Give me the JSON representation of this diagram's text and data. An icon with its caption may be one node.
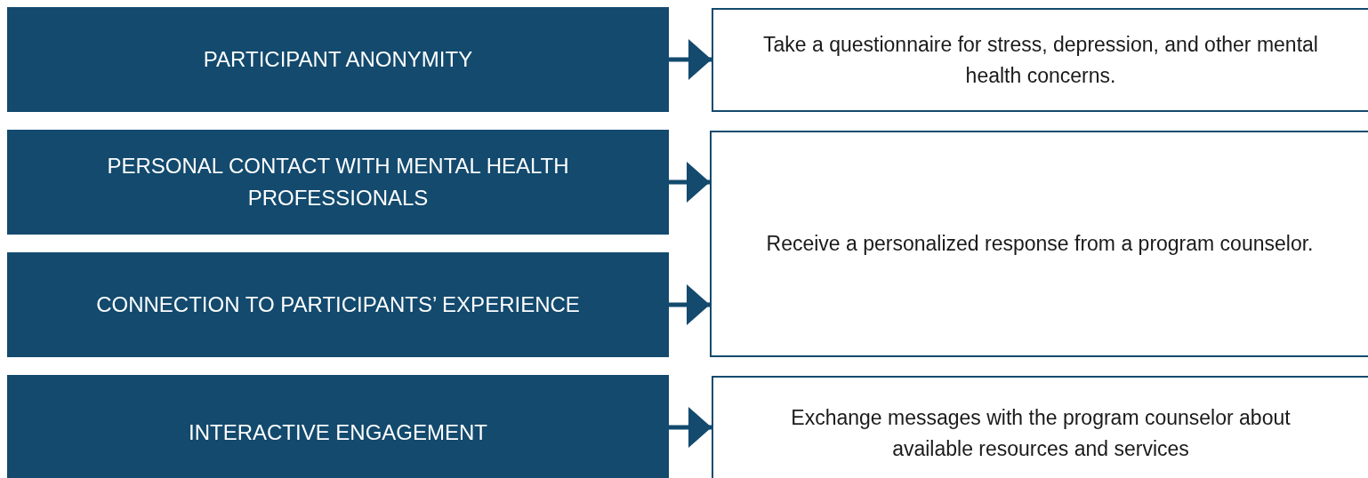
{
  "diagram": {
    "nodes": [
      {
        "text": [
          "PARTICIPANT ANONYMITY"
        ]
      },
      {
        "text": [
          "Take a questionnaire for stress, depression, and other mental health concerns."
        ]
      },
      {
        "text": [
          "PERSONAL CONTACT WITH MENTAL HEALTH PROFESSIONALS"
        ]
      },
      {
        "text": [
          "Receive a personalized response from a program counselor."
        ]
      },
      {
        "text": [
          "CONNECTION TO PARTICIPANTS’ EXPERIENCE"
        ]
      },
      {
        "text": [
          "INTERACTIVE ENGAGEMENT"
        ]
      },
      {
        "text": [
          "Exchange messages with the program counselor about available resources and services"
        ]
      }
    ],
    "edges": [
      {
        "from": 0,
        "to": 1,
        "arrow": "to"
      },
      {
        "from": 2,
        "to": 3,
        "arrow": "to"
      },
      {
        "from": 4,
        "to": 3,
        "arrow": "to"
      },
      {
        "from": 5,
        "to": 6,
        "arrow": "to"
      }
    ]
  }
}
